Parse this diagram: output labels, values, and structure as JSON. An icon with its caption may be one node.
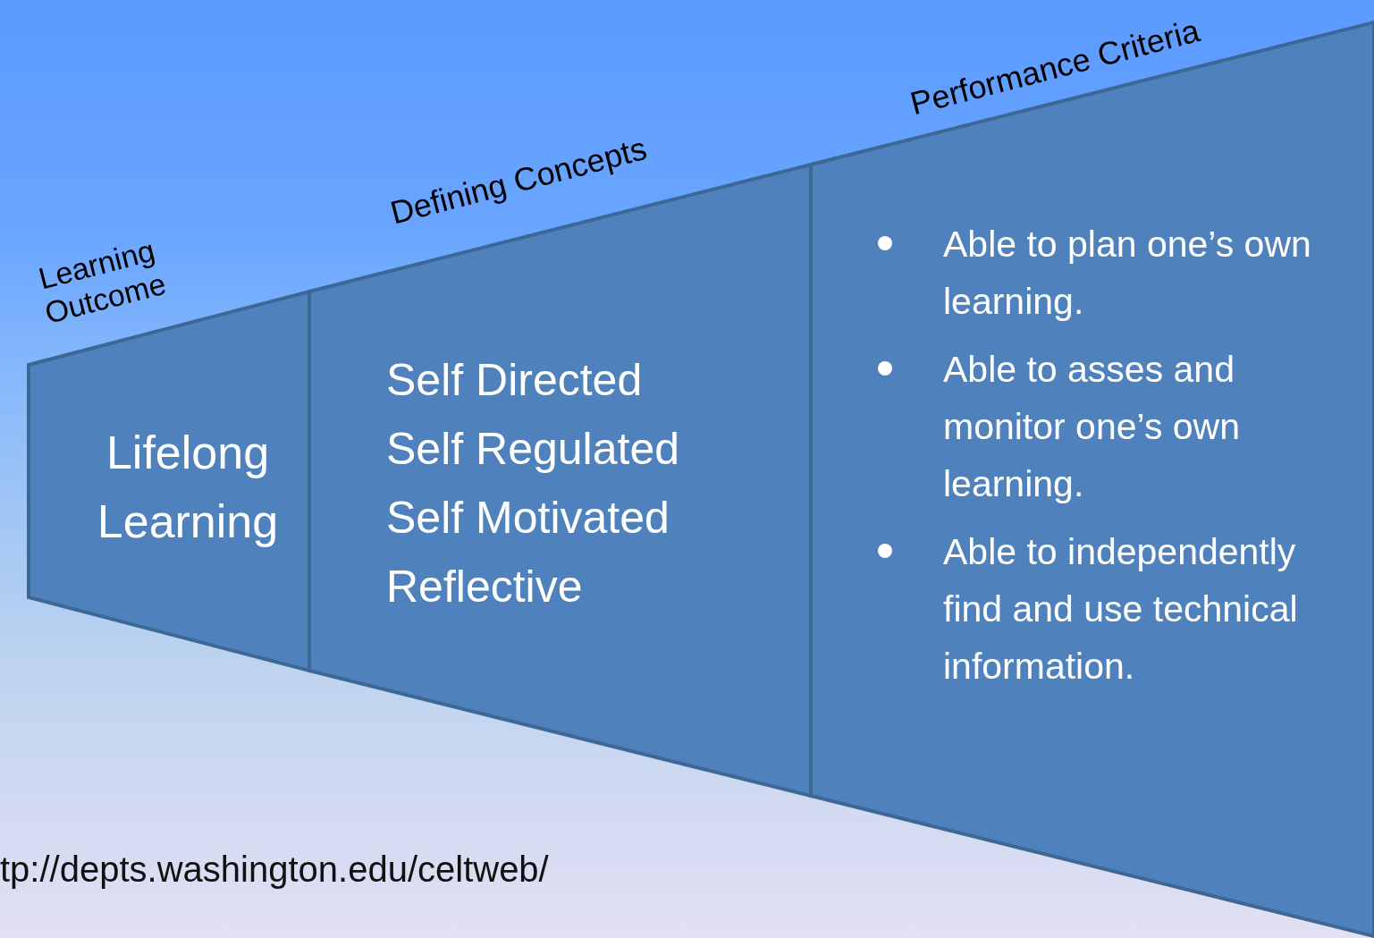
{
  "diagram": {
    "nodes": [
      {
        "text": [
          "Learning Outcome",
          "Lifelong Learning"
        ]
      },
      {
        "text": [
          "Defining Concepts",
          "Self Directed",
          "Self Regulated",
          "Self Motivated",
          "Reflective"
        ]
      },
      {
        "text": [
          "Performance Criteria",
          "Able to plan one’s own learning.",
          "Able to asses and monitor one’s own learning.",
          "Able to independently find and use technical information."
        ]
      }
    ],
    "labels": [
      "tp://depts.washington.edu/celtweb/"
    ]
  }
}
